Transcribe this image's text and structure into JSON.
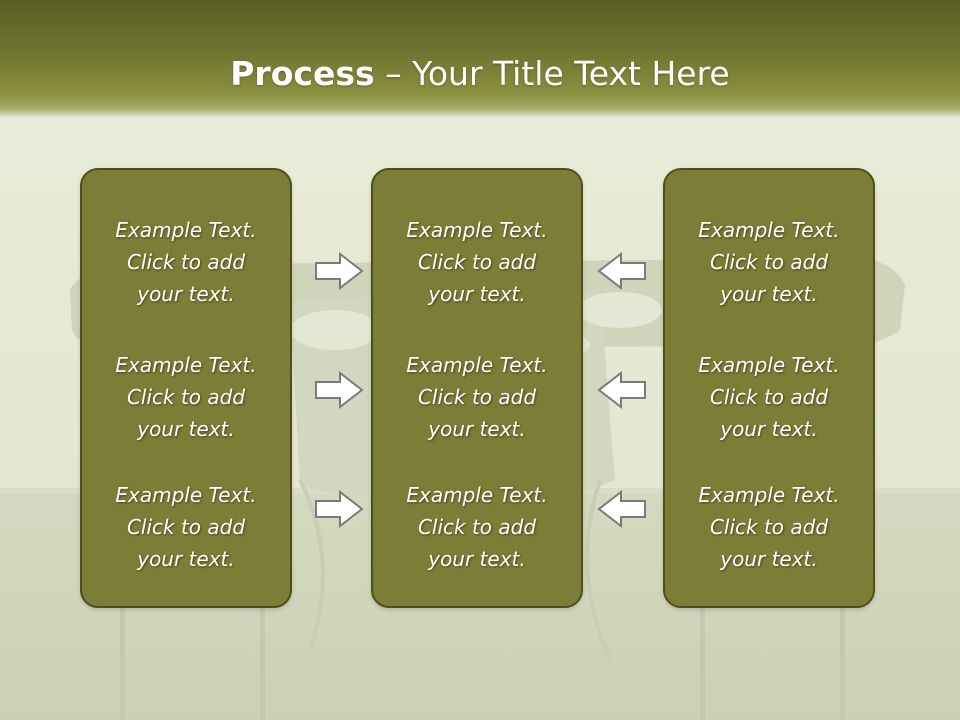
{
  "slide": {
    "title_bold": "Process",
    "title_rest": " – Your Title Text Here"
  },
  "columns": [
    {
      "blocks": [
        {
          "line1": "Example Text.",
          "line2": "Click  to add",
          "line3": "your text."
        },
        {
          "line1": "Example Text.",
          "line2": "Click  to add",
          "line3": "your text."
        },
        {
          "line1": "Example Text.",
          "line2": "Click  to add",
          "line3": "your text."
        }
      ]
    },
    {
      "blocks": [
        {
          "line1": "Example Text.",
          "line2": "Click  to add",
          "line3": "your text."
        },
        {
          "line1": "Example Text.",
          "line2": "Click  to add",
          "line3": "your text."
        },
        {
          "line1": "Example Text.",
          "line2": "Click  to add",
          "line3": "your text."
        }
      ]
    },
    {
      "blocks": [
        {
          "line1": "Example Text.",
          "line2": "Click  to add",
          "line3": "your text."
        },
        {
          "line1": "Example Text.",
          "line2": "Click  to add",
          "line3": "your text."
        },
        {
          "line1": "Example Text.",
          "line2": "Click  to add",
          "line3": "your text."
        }
      ]
    }
  ],
  "arrows": {
    "left_group": "right-arrow-icon",
    "right_group": "left-arrow-icon"
  },
  "colors": {
    "header": "#6f7530",
    "panel_fill": "#7c7d36",
    "panel_border": "#4f5019",
    "arrow_fill": "#ffffff",
    "arrow_stroke": "#7a7a7a",
    "background": "#e3e5cf"
  }
}
